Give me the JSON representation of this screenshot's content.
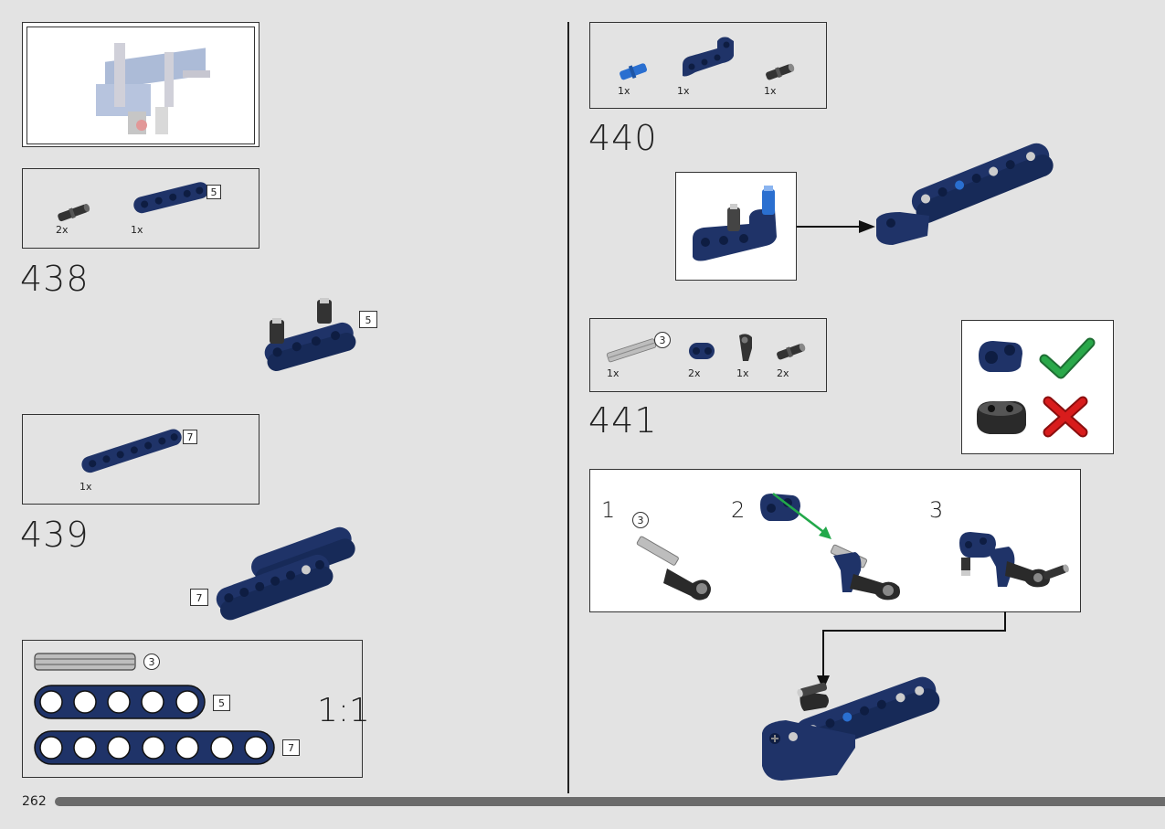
{
  "page": {
    "number": "262"
  },
  "preview": {},
  "steps": [
    {
      "number": "438",
      "parts": [
        {
          "qty": "2x"
        },
        {
          "qty": "1x",
          "length": "5"
        }
      ],
      "assembly_length": "5"
    },
    {
      "number": "439",
      "parts": [
        {
          "qty": "1x",
          "length": "7"
        }
      ],
      "assembly_length": "7"
    },
    {
      "number": "440",
      "parts": [
        {
          "qty": "1x"
        },
        {
          "qty": "1x"
        },
        {
          "qty": "1x"
        }
      ]
    },
    {
      "number": "441",
      "parts": [
        {
          "qty": "1x",
          "length": "3"
        },
        {
          "qty": "2x"
        },
        {
          "qty": "1x"
        },
        {
          "qty": "2x"
        }
      ],
      "substeps": [
        {
          "label": "1",
          "length": "3"
        },
        {
          "label": "2"
        },
        {
          "label": "3"
        }
      ]
    }
  ],
  "scale_guide": {
    "axle_length": "3",
    "beam5_length": "5",
    "beam7_length": "7",
    "ratio": "1:1"
  },
  "colors": {
    "beam_blue": "#1f3368",
    "pin_blue": "#2a6fd0",
    "pin_black": "#333333",
    "check": "#2aa84a",
    "cross": "#d81c1c",
    "bg": "#e3e3e3"
  }
}
